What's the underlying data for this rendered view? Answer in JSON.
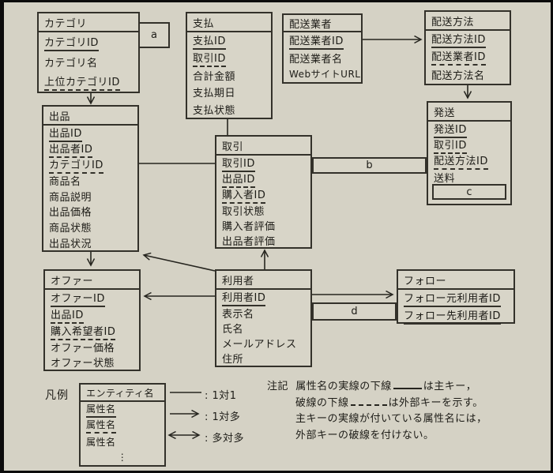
{
  "colors": {
    "paper": "#d5d2c5",
    "ink": "#26251f",
    "box_fill": "#d8d5c8"
  },
  "entities": [
    {
      "title": "カテゴリ",
      "attrs": [
        {
          "label": "カテゴリID",
          "key": "pk"
        },
        {
          "label": "カテゴリ名",
          "key": null
        },
        {
          "label": "上位カテゴリID",
          "key": "fk"
        }
      ]
    },
    {
      "title": "支払",
      "attrs": [
        {
          "label": "支払ID",
          "key": "pk"
        },
        {
          "label": "取引ID",
          "key": "fk"
        },
        {
          "label": "合計金額",
          "key": null
        },
        {
          "label": "支払期日",
          "key": null
        },
        {
          "label": "支払状態",
          "key": null
        }
      ]
    },
    {
      "title": "配送業者",
      "attrs": [
        {
          "label": "配送業者ID",
          "key": "pk"
        },
        {
          "label": "配送業者名",
          "key": null
        },
        {
          "label": "WebサイトURL",
          "key": null
        }
      ]
    },
    {
      "title": "配送方法",
      "attrs": [
        {
          "label": "配送方法ID",
          "key": "pk"
        },
        {
          "label": "配送業者ID",
          "key": "fk"
        },
        {
          "label": "配送方法名",
          "key": null
        }
      ]
    },
    {
      "title": "出品",
      "attrs": [
        {
          "label": "出品ID",
          "key": "pk"
        },
        {
          "label": "出品者ID",
          "key": "fk"
        },
        {
          "label": "カテゴリID",
          "key": "fk"
        },
        {
          "label": "商品名",
          "key": null
        },
        {
          "label": "商品説明",
          "key": null
        },
        {
          "label": "出品価格",
          "key": null
        },
        {
          "label": "商品状態",
          "key": null
        },
        {
          "label": "出品状況",
          "key": null
        }
      ]
    },
    {
      "title": "取引",
      "attrs": [
        {
          "label": "取引ID",
          "key": "pk"
        },
        {
          "label": "出品ID",
          "key": "fk"
        },
        {
          "label": "購入者ID",
          "key": "fk"
        },
        {
          "label": "取引状態",
          "key": null
        },
        {
          "label": "購入者評価",
          "key": null
        },
        {
          "label": "出品者評価",
          "key": null
        }
      ]
    },
    {
      "title": "発送",
      "attrs": [
        {
          "label": "発送ID",
          "key": "pk"
        },
        {
          "label": "取引ID",
          "key": "fk"
        },
        {
          "label": "配送方法ID",
          "key": "fk"
        },
        {
          "label": "送料",
          "key": null
        }
      ]
    },
    {
      "title": "オファー",
      "attrs": [
        {
          "label": "オファーID",
          "key": "pk"
        },
        {
          "label": "出品ID",
          "key": "fk"
        },
        {
          "label": "購入希望者ID",
          "key": "fk"
        },
        {
          "label": "オファー価格",
          "key": null
        },
        {
          "label": "オファー状態",
          "key": null
        }
      ]
    },
    {
      "title": "利用者",
      "attrs": [
        {
          "label": "利用者ID",
          "key": "pk"
        },
        {
          "label": "表示名",
          "key": null
        },
        {
          "label": "氏名",
          "key": null
        },
        {
          "label": "メールアドレス",
          "key": null
        },
        {
          "label": "住所",
          "key": null
        }
      ]
    },
    {
      "title": "フォロー",
      "attrs": [
        {
          "label": "フォロー元利用者ID",
          "key": "pk"
        },
        {
          "label": "フォロー先利用者ID",
          "key": "pk"
        }
      ]
    }
  ],
  "placeholders": {
    "a": "a",
    "b": "b",
    "c": "c",
    "d": "d"
  },
  "relationships": [
    {
      "from": "カテゴリ",
      "to": "出品",
      "type": "1対多"
    },
    {
      "from": "支払",
      "to": "取引",
      "type": "1対1"
    },
    {
      "from": "配送業者",
      "to": "配送方法",
      "type": "1対多"
    },
    {
      "from": "配送方法",
      "to": "発送",
      "type": "1対多"
    },
    {
      "from": "出品",
      "to": "取引",
      "type": "1対1"
    },
    {
      "from": "出品",
      "to": "オファー",
      "type": "1対多"
    },
    {
      "from": "利用者",
      "to": "出品",
      "type": "1対多"
    },
    {
      "from": "利用者",
      "to": "取引",
      "type": "1対多"
    },
    {
      "from": "利用者",
      "to": "オファー",
      "type": "1対多"
    },
    {
      "from": "利用者",
      "to": "フォロー",
      "type": "1対多"
    },
    {
      "from": "取引",
      "to": "発送",
      "type": "b"
    },
    {
      "from": "カテゴリ",
      "to": "カテゴリ",
      "type": "a"
    },
    {
      "from": "利用者",
      "to": "フォロー",
      "type": "d"
    }
  ],
  "legend": {
    "label": "凡例",
    "entity_title": "エンティティ名",
    "attr_pk": "属性名",
    "attr_fk": "属性名",
    "attr_plain": "属性名",
    "ellipsis": "⋮",
    "one_to_one": ": 1対1",
    "one_to_many": ": 1対多",
    "many_to_many": ": 多対多"
  },
  "note": {
    "label": "注記",
    "line1_pre": "属性名の実線の下線",
    "line1_post": "は主キー，",
    "line2_pre": "破線の下線",
    "line2_post": "は外部キーを示す。",
    "line3": "主キーの実線が付いている属性名には，",
    "line4": "外部キーの破線を付けない。"
  }
}
